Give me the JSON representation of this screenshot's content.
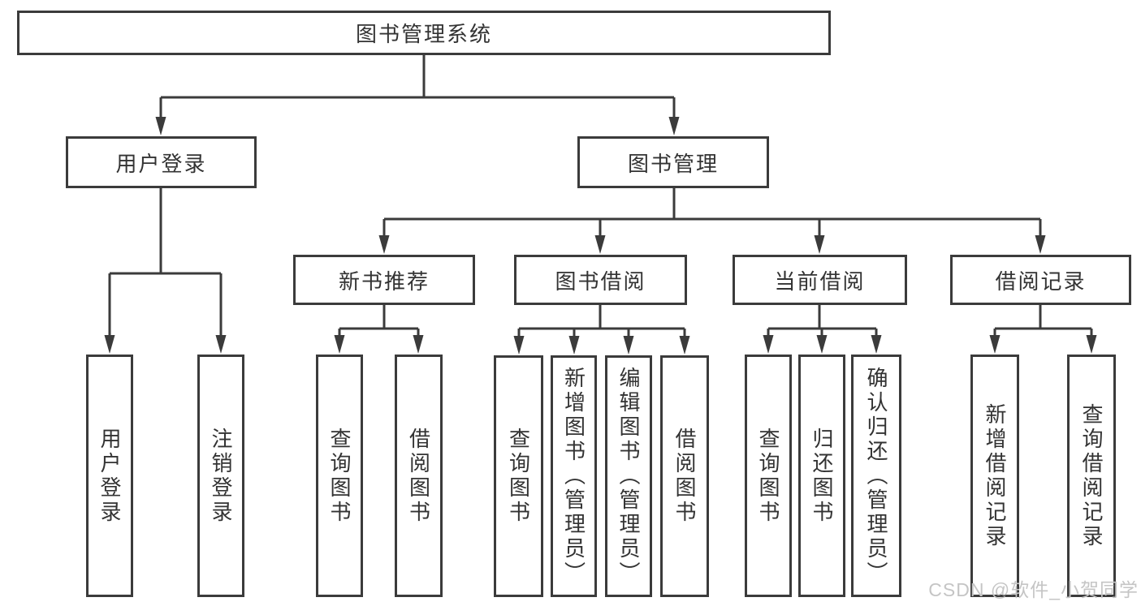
{
  "tree": {
    "label": "图书管理系统",
    "children": [
      {
        "label": "用户登录",
        "children": [
          {
            "label": "用户登录"
          },
          {
            "label": "注销登录"
          }
        ]
      },
      {
        "label": "图书管理",
        "children": [
          {
            "label": "新书推荐",
            "children": [
              {
                "label": "查询图书"
              },
              {
                "label": "借阅图书"
              }
            ]
          },
          {
            "label": "图书借阅",
            "children": [
              {
                "label": "查询图书"
              },
              {
                "label": "新增图书（管理员）"
              },
              {
                "label": "编辑图书（管理员）"
              },
              {
                "label": "借阅图书"
              }
            ]
          },
          {
            "label": "当前借阅",
            "children": [
              {
                "label": "查询图书"
              },
              {
                "label": "归还图书"
              },
              {
                "label": "确认归还（管理员）"
              }
            ]
          },
          {
            "label": "借阅记录",
            "children": [
              {
                "label": "新增借阅记录"
              },
              {
                "label": "查询借阅记录"
              }
            ]
          }
        ]
      }
    ]
  },
  "watermark": {
    "text": "CSDN @软件_小贺同学"
  },
  "colors": {
    "line": "#3b3b3b",
    "text": "#333333",
    "watermark": "#c5c5c5",
    "background": "#ffffff"
  }
}
